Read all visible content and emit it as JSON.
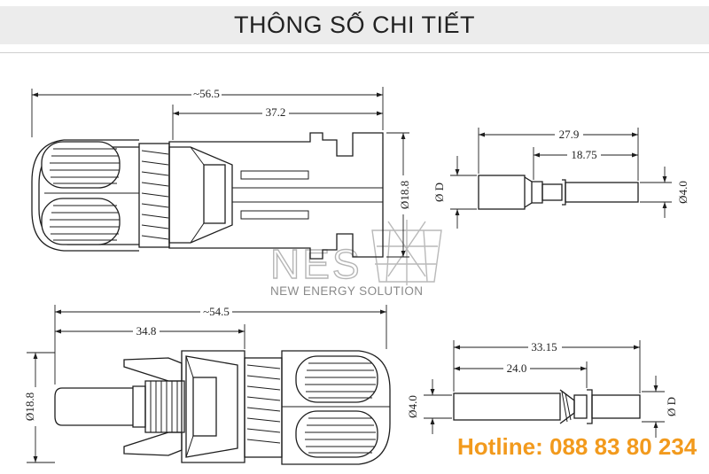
{
  "header": {
    "title": "THÔNG SỐ CHI TIẾT"
  },
  "top_connector": {
    "overall_length": "~56.5",
    "body_length": "37.2",
    "diameter": "Ø18.8"
  },
  "top_pin": {
    "overall_length": "27.9",
    "tip_length": "18.75",
    "pin_diameter": "Ø4.0",
    "body_diameter": "Ø D"
  },
  "bottom_connector": {
    "overall_length": "~54.5",
    "body_length": "34.8",
    "diameter": "Ø18.8"
  },
  "bottom_pin": {
    "overall_length": "33.15",
    "socket_length": "24.0",
    "pin_diameter": "Ø4.0",
    "body_diameter": "Ø D"
  },
  "watermark": {
    "brand": "NES",
    "tagline": "NEW ENERGY SOLUTION"
  },
  "hotline": {
    "text": "Hotline: 088 83 80 234"
  },
  "colors": {
    "hotline": "#f29a1d",
    "header_bg": "#ececec",
    "line": "#1e1e1e"
  }
}
